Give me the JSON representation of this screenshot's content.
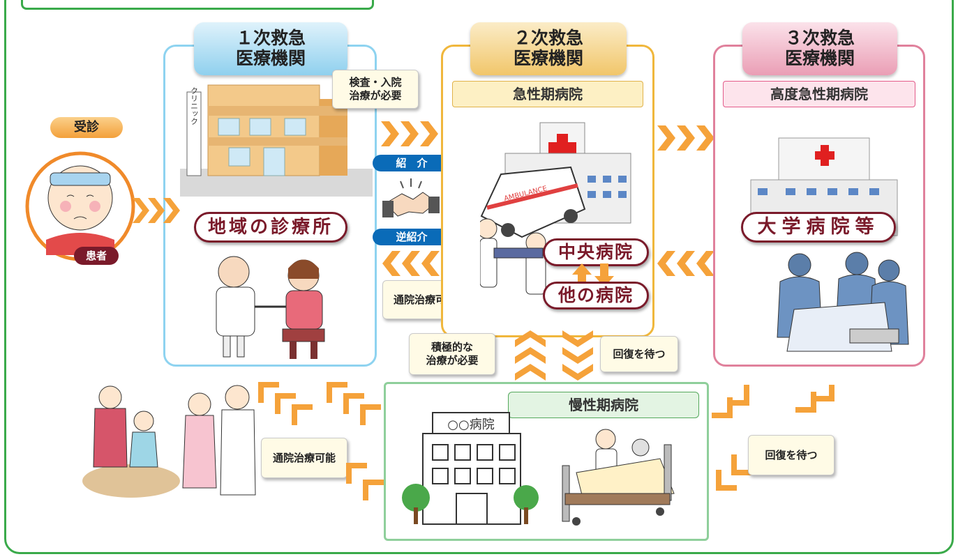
{
  "colors": {
    "outer_border": "#3aaa4a",
    "primary_border": "#8ed3f0",
    "secondary_border": "#f0b73c",
    "tertiary_border": "#e0819c",
    "chronic_border": "#8fcf9b",
    "arrow_orange": "#f5a23a",
    "label_red": "#7a1a2a",
    "pill_blue": "#0a6bb8"
  },
  "patient": {
    "visit_label": "受診",
    "patient_label": "患者"
  },
  "primary": {
    "header_line1": "１次救急",
    "header_line2": "医療機関",
    "facility_label": "地域の診療所",
    "clinic_sign": "クリニック"
  },
  "secondary": {
    "header_line1": "２次救急",
    "header_line2": "医療機関",
    "subheader": "急性期病院",
    "central_hospital": "中央病院",
    "other_hospital": "他の病院",
    "ambulance_text": "AMBULANCE"
  },
  "tertiary": {
    "header_line1": "３次救急",
    "header_line2": "医療機関",
    "subheader": "高度急性期病院",
    "facility_label": "大学病院等"
  },
  "chronic": {
    "subheader": "慢性期病院",
    "hospital_sign": "○○病院"
  },
  "flows": {
    "exam_admission": "検査・入院\n治療が必要",
    "referral": "紹　介",
    "reverse_referral": "逆紹介",
    "outpatient_ok_top": "通院治療可能",
    "active_treatment": "積極的な\n治療が必要",
    "wait_recovery_center": "回復を待つ",
    "outpatient_ok_bottom": "通院治療可能",
    "wait_recovery_right": "回復を待つ"
  }
}
